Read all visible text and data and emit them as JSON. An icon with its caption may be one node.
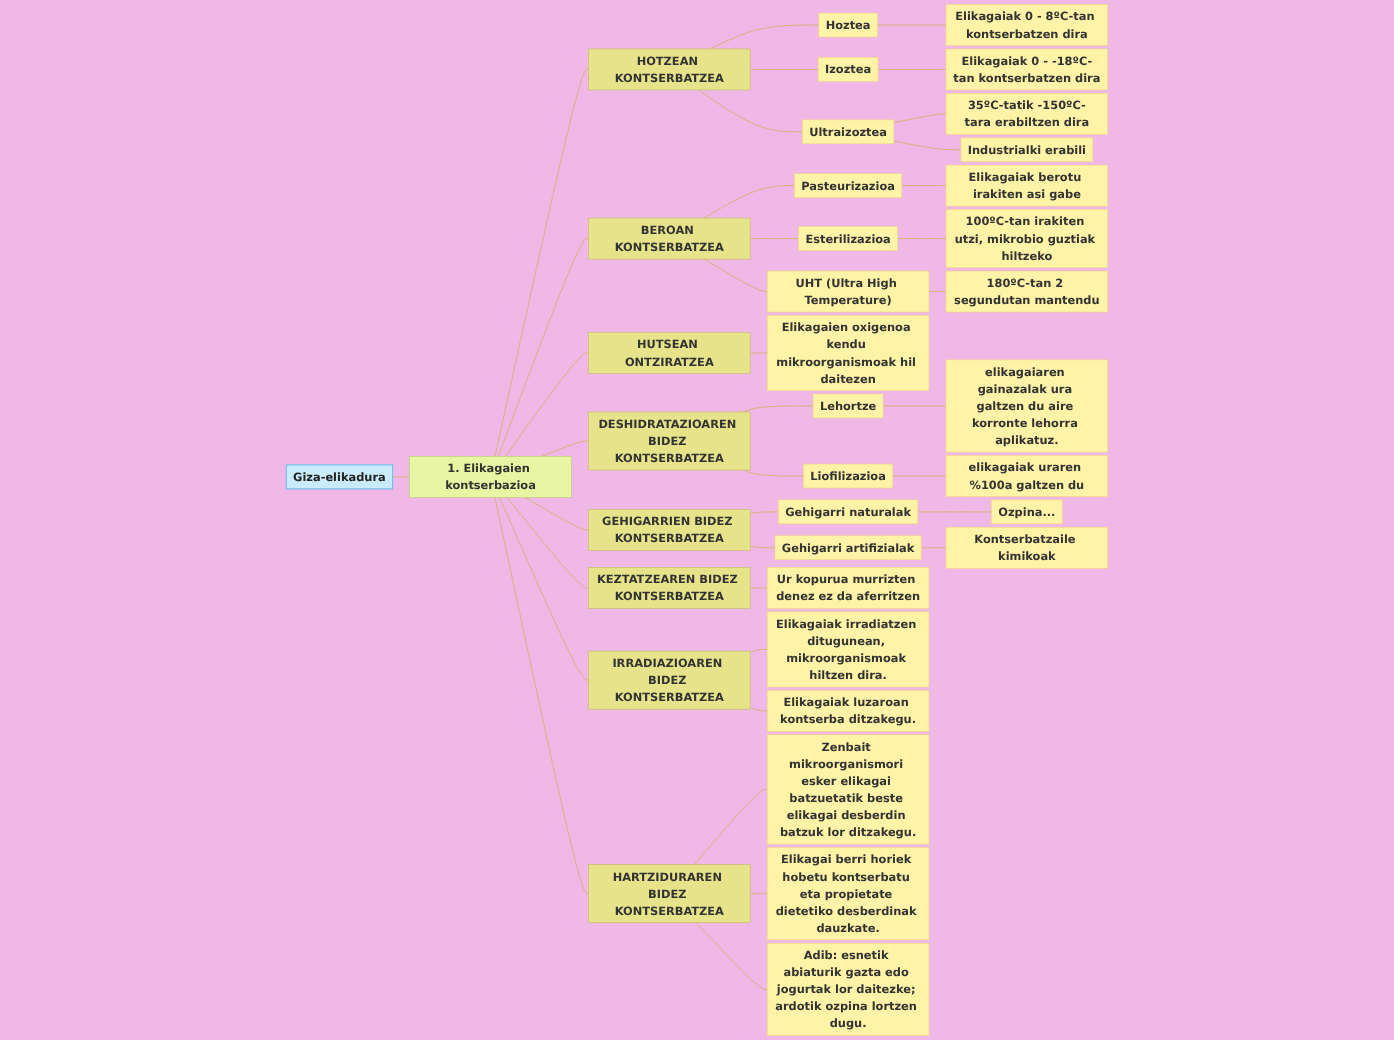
{
  "diagram": {
    "nodes": [
      {
        "text": [
          "Giza-elikadura"
        ]
      },
      {
        "text": [
          "1. Elikagaien kontserbazioa"
        ]
      },
      {
        "text": [
          "HOTZEAN KONTSERBATZEA"
        ]
      },
      {
        "text": [
          "Hoztea"
        ]
      },
      {
        "text": [
          "Elikagaiak 0 - 8ºC-tan kontserbatzen dira"
        ]
      },
      {
        "text": [
          "Izoztea"
        ]
      },
      {
        "text": [
          "Elikagaiak 0 - -18ºC-tan kontserbatzen dira"
        ]
      },
      {
        "text": [
          "Ultraizoztea"
        ]
      },
      {
        "text": [
          "35ºC-tatik -150ºC-tara erabiltzen dira"
        ]
      },
      {
        "text": [
          "Industrialki erabili"
        ]
      },
      {
        "text": [
          "BEROAN KONTSERBATZEA"
        ]
      },
      {
        "text": [
          "Pasteurizazioa"
        ]
      },
      {
        "text": [
          "Elikagaiak berotu irakiten asi gabe"
        ]
      },
      {
        "text": [
          "Esterilizazioa"
        ]
      },
      {
        "text": [
          "100ºC-tan irakiten utzi, mikrobio guztiak hiltzeko"
        ]
      },
      {
        "text": [
          "UHT (Ultra High Temperature)"
        ]
      },
      {
        "text": [
          "180ºC-tan 2 segundutan mantendu"
        ]
      },
      {
        "text": [
          "HUTSEAN ONTZIRATZEA"
        ]
      },
      {
        "text": [
          "Elikagaien oxigenoa kendu mikroorganismoak hil daitezen"
        ]
      },
      {
        "text": [
          "DESHIDRATAZIOAREN BIDEZ KONTSERBATZEA"
        ]
      },
      {
        "text": [
          "Lehortze"
        ]
      },
      {
        "text": [
          "elikagaiaren gainazalak ura galtzen du aire korronte lehorra aplikatuz."
        ]
      },
      {
        "text": [
          "Liofilizazioa"
        ]
      },
      {
        "text": [
          "elikagaiak uraren %100a galtzen du"
        ]
      },
      {
        "text": [
          "GEHIGARRIEN BIDEZ KONTSERBATZEA"
        ]
      },
      {
        "text": [
          "Gehigarri naturalak"
        ]
      },
      {
        "text": [
          "Ozpina..."
        ]
      },
      {
        "text": [
          "Gehigarri artifizialak"
        ]
      },
      {
        "text": [
          "Kontserbatzaile kimikoak"
        ]
      },
      {
        "text": [
          "KEZTATZEAREN BIDEZ KONTSERBATZEA"
        ]
      },
      {
        "text": [
          "Ur kopurua murrizten denez ez da aferritzen"
        ]
      },
      {
        "text": [
          "IRRADIAZIOAREN BIDEZ KONTSERBATZEA"
        ]
      },
      {
        "text": [
          "Elikagaiak irradiatzen ditugunean, mikroorganismoak hiltzen dira."
        ]
      },
      {
        "text": [
          "Elikagaiak luzaroan kontserba ditzakegu."
        ]
      },
      {
        "text": [
          "HARTZIDURAREN BIDEZ KONTSERBATZEA"
        ]
      },
      {
        "text": [
          "Zenbait mikroorganismori esker elikagai batzuetatik beste elikagai desberdin batzuk lor ditzakegu."
        ]
      },
      {
        "text": [
          "Elikagai berri horiek hobetu kontserbatu eta propietate dietetiko desberdinak dauzkate."
        ]
      },
      {
        "text": [
          "Adib: esnetik abiaturik gazta edo jogurtak lor daitezke; ardotik ozpina lortzen dugu."
        ]
      }
    ],
    "edges": [
      {
        "from": 0,
        "to": 1,
        "arrow": "none"
      },
      {
        "from": 1,
        "to": 2,
        "arrow": "none"
      },
      {
        "from": 2,
        "to": 3,
        "arrow": "none"
      },
      {
        "from": 3,
        "to": 4,
        "arrow": "none"
      },
      {
        "from": 2,
        "to": 5,
        "arrow": "none"
      },
      {
        "from": 5,
        "to": 6,
        "arrow": "none"
      },
      {
        "from": 2,
        "to": 7,
        "arrow": "none"
      },
      {
        "from": 7,
        "to": 8,
        "arrow": "none"
      },
      {
        "from": 7,
        "to": 9,
        "arrow": "none"
      },
      {
        "from": 1,
        "to": 10,
        "arrow": "none"
      },
      {
        "from": 10,
        "to": 11,
        "arrow": "none"
      },
      {
        "from": 11,
        "to": 12,
        "arrow": "none"
      },
      {
        "from": 10,
        "to": 13,
        "arrow": "none"
      },
      {
        "from": 13,
        "to": 14,
        "arrow": "none"
      },
      {
        "from": 10,
        "to": 15,
        "arrow": "none"
      },
      {
        "from": 15,
        "to": 16,
        "arrow": "none"
      },
      {
        "from": 1,
        "to": 17,
        "arrow": "none"
      },
      {
        "from": 17,
        "to": 18,
        "arrow": "none"
      },
      {
        "from": 1,
        "to": 19,
        "arrow": "none"
      },
      {
        "from": 19,
        "to": 20,
        "arrow": "none"
      },
      {
        "from": 20,
        "to": 21,
        "arrow": "none"
      },
      {
        "from": 19,
        "to": 22,
        "arrow": "none"
      },
      {
        "from": 22,
        "to": 23,
        "arrow": "none"
      },
      {
        "from": 1,
        "to": 24,
        "arrow": "none"
      },
      {
        "from": 24,
        "to": 25,
        "arrow": "none"
      },
      {
        "from": 25,
        "to": 26,
        "arrow": "none"
      },
      {
        "from": 24,
        "to": 27,
        "arrow": "none"
      },
      {
        "from": 27,
        "to": 28,
        "arrow": "none"
      },
      {
        "from": 1,
        "to": 29,
        "arrow": "none"
      },
      {
        "from": 29,
        "to": 30,
        "arrow": "none"
      },
      {
        "from": 1,
        "to": 31,
        "arrow": "none"
      },
      {
        "from": 31,
        "to": 32,
        "arrow": "none"
      },
      {
        "from": 31,
        "to": 33,
        "arrow": "none"
      },
      {
        "from": 1,
        "to": 34,
        "arrow": "none"
      },
      {
        "from": 34,
        "to": 35,
        "arrow": "none"
      },
      {
        "from": 34,
        "to": 36,
        "arrow": "none"
      },
      {
        "from": 34,
        "to": 37,
        "arrow": "none"
      }
    ]
  }
}
